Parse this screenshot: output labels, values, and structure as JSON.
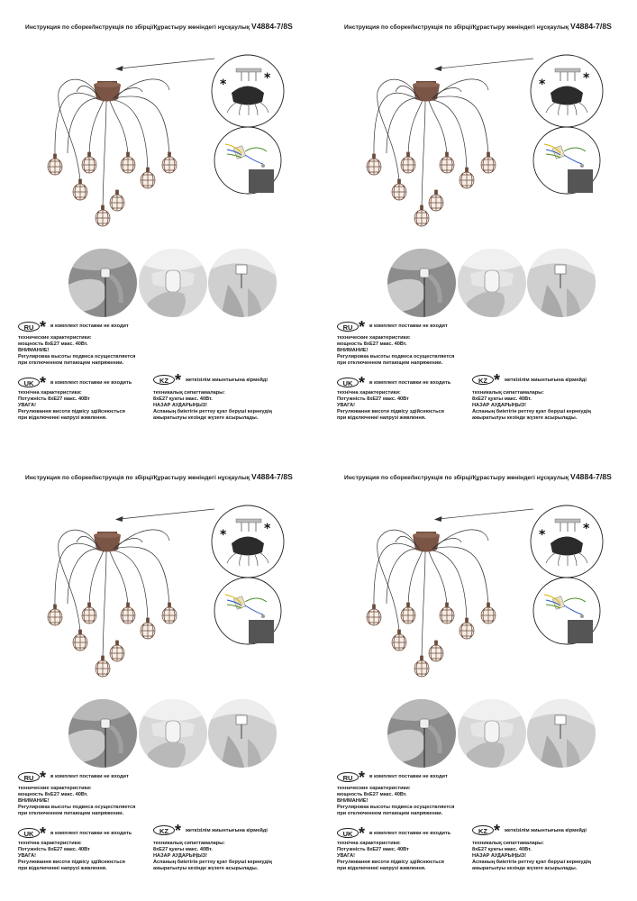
{
  "header": {
    "title": "Инструкция по сборке/Інструкція по збірці/Құрастыру жөніндегі нұсқаулық",
    "model": "V4884-7/8S"
  },
  "ru": {
    "badge": "RU",
    "note": "в комплект поставки не входит",
    "specs_label": "технические характеристики:",
    "specs_value": "мощность 8хЕ27 макс. 40Вт.",
    "warning": "ВНИМАНИЕ!",
    "warning_line1": "Регулировка высоты подвеса осуществляется",
    "warning_line2": "при отключенном питающем напряжении."
  },
  "uk": {
    "badge": "UK",
    "note": "в комплект поставки не входить",
    "specs_label": "технічна характеристики:",
    "specs_value": "Потужність 8хЕ27 макс. 40Вт",
    "warning": "УВАГА!",
    "warning_line1": "Регулювання висоти підвісу здійснюється",
    "warning_line2": "при відключенні напрузі живлення."
  },
  "kz": {
    "badge": "KZ",
    "note": "жеткізілім жиынтығына кірмейді",
    "specs_label": "техникалық сипаттамалары:",
    "specs_value": "8хЕ27 қуаты макс. 40Вт.",
    "warning": "НАЗАР АУДАРЫҢЫЗ!",
    "warning_line1": "Аспаның биіктігін реттеу қуат беруші кернеудің",
    "warning_line2": "ажыратылуы кезінде жүзеге асырылады."
  },
  "icons": {
    "star": "*",
    "asterisk_symbol": "asterisk-icon"
  }
}
